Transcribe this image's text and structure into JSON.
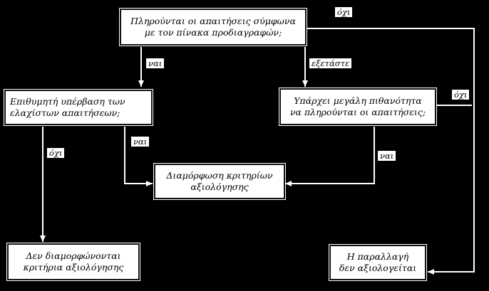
{
  "boxes": {
    "top": {
      "line1": "Πληρούνται οι απαιτήσεις σύμφωνα",
      "line2": "με τον πίνακα προδιαγραφών;"
    },
    "left": {
      "line1": "Επιθυμητή υπέρβαση των",
      "line2": "ελαχίστων απαιτήσεων;"
    },
    "right": {
      "line1": "Υπάρχει μεγάλη πιθανότητα",
      "line2": "να πληρούνται οι απαιτήσεις;"
    },
    "middle": {
      "line1": "Διαμόρφωση κριτηρίων",
      "line2": "αξιολόγησης"
    },
    "bottom_left": {
      "line1": "Δεν διαμορφώνονται",
      "line2": "κριτήρια αξιολόγησης"
    },
    "bottom_right": {
      "line1": "Η παραλλαγή",
      "line2": "δεν αξιολογείται"
    }
  },
  "labels": {
    "top_no": "όχι",
    "top_yes": "ναι",
    "top_examine": "εξετάστε",
    "left_yes": "ναι",
    "left_no": "όχι",
    "right_no": "όχι",
    "right_yes": "ναι"
  },
  "colors": {
    "background": "#000000",
    "box_fill": "#ffffff",
    "line": "#ffffff"
  }
}
